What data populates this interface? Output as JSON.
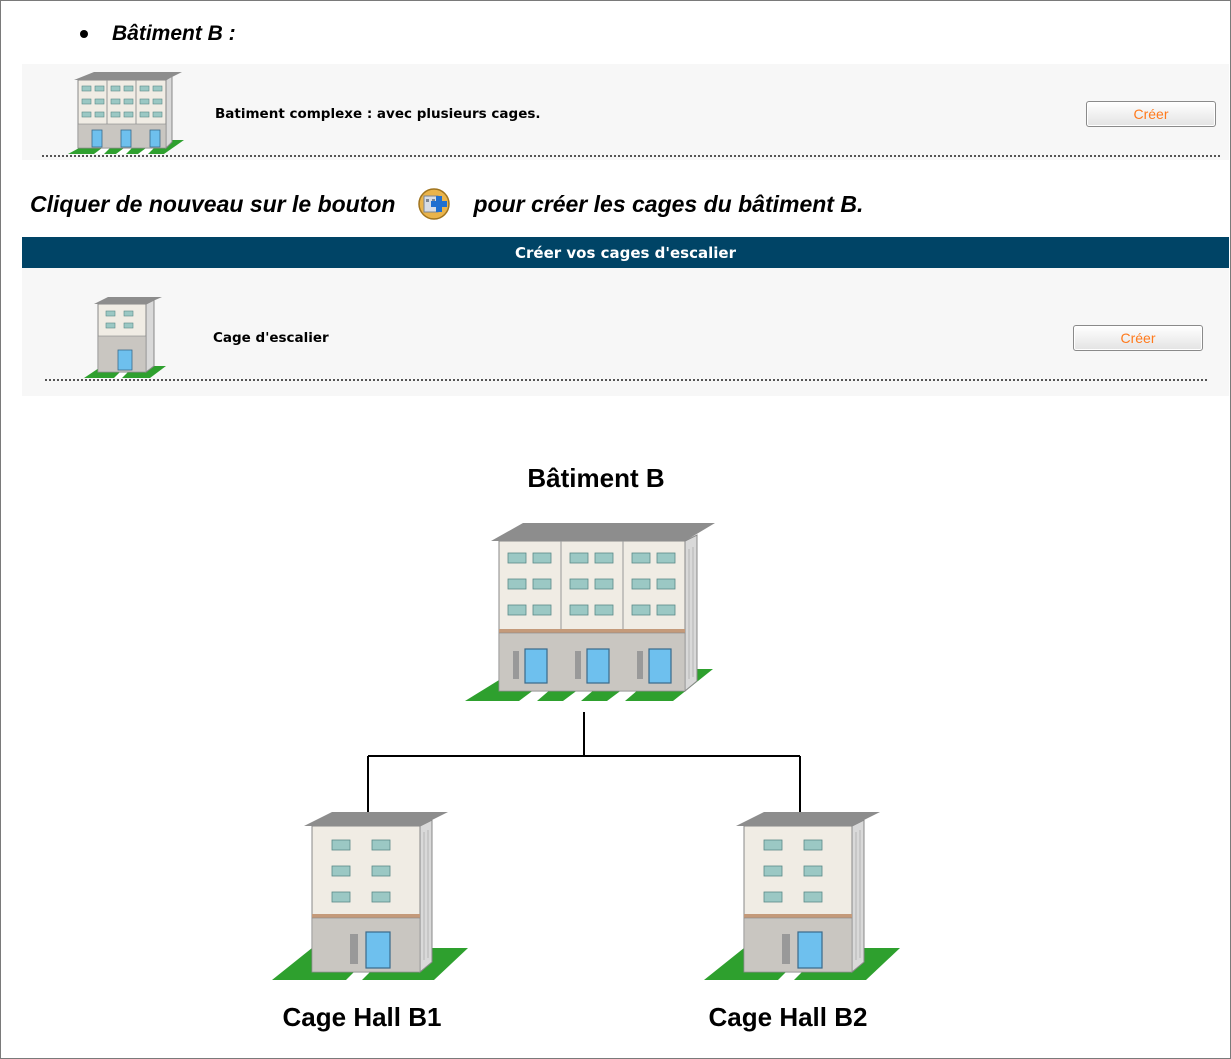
{
  "section_bullet": "Bâtiment B :",
  "building_row": {
    "label": "Batiment complexe : avec plusieurs cages.",
    "button_label": "Créer"
  },
  "instruction": {
    "before": "Cliquer de nouveau sur le bouton",
    "after": "pour créer les cages du bâtiment B.",
    "icon": "plus-icon"
  },
  "cages_panel": {
    "header": "Créer vos cages d'escalier",
    "row_label": "Cage d'escalier",
    "button_label": "Créer"
  },
  "diagram": {
    "root_label": "Bâtiment B",
    "children": [
      {
        "label": "Cage Hall B1"
      },
      {
        "label": "Cage Hall B2"
      }
    ]
  },
  "colors": {
    "header_bg": "#004466",
    "button_text": "#ff7a1c",
    "grass": "#2ea02e"
  }
}
